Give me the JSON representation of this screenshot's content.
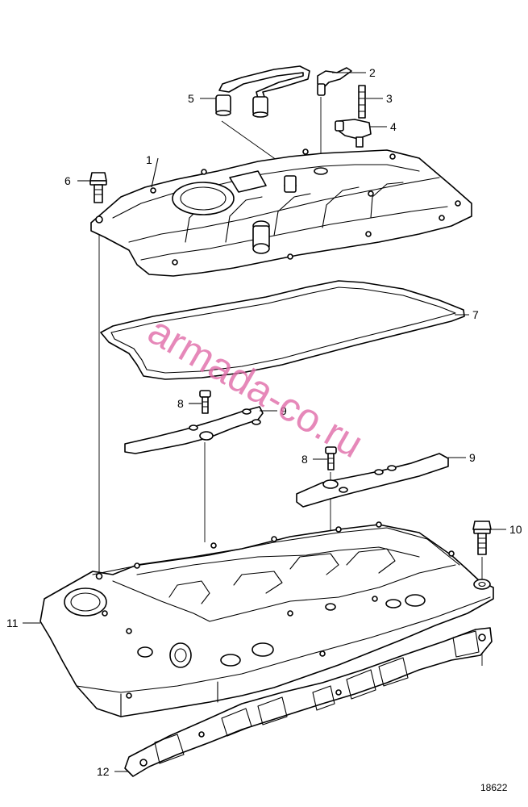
{
  "figure_number": "18622",
  "watermark": "armada-co.ru",
  "callouts": {
    "c1": "1",
    "c2": "2",
    "c3": "3",
    "c4": "4",
    "c5": "5",
    "c6": "6",
    "c7": "7",
    "c8a": "8",
    "c8b": "8",
    "c9a": "9",
    "c9b": "9",
    "c10": "10",
    "c11": "11",
    "c12": "12"
  },
  "colors": {
    "line": "#000000",
    "watermark": "#e06aa8",
    "background": "#ffffff"
  }
}
